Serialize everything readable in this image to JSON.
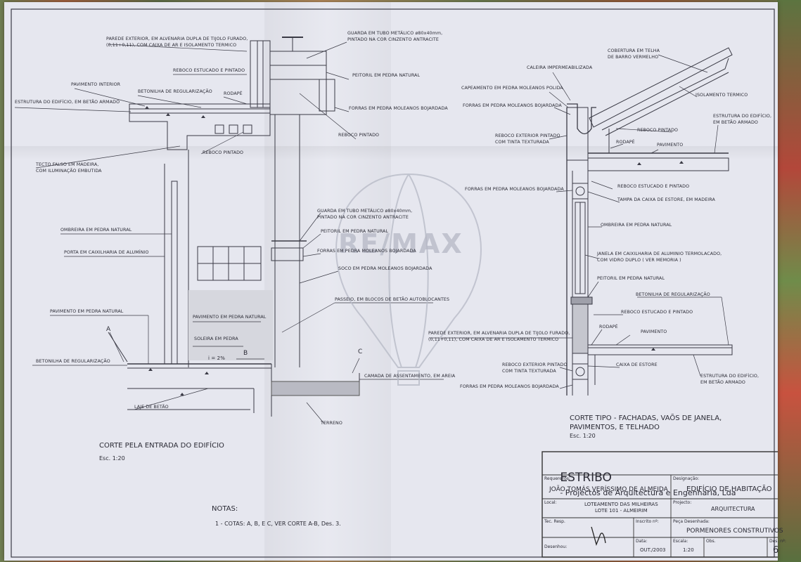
{
  "left_section": {
    "title": "CORTE PELA ENTRADA DO EDIFÍCIO",
    "scale": "Esc. 1:20",
    "labels": [
      "PAREDE EXTERIOR, EM ALVENARIA DUPLA DE TIJOLO FURADO,\n(0,11+0,11), COM CAIXA DE AR E ISOLAMENTO TERMICO",
      "REBOCO ESTUCADO E PINTADO",
      "PAVIMENTO INTERIOR",
      "BETONILHA DE REGULARIZAÇÃO",
      "RODAPÉ",
      "ESTRUTURA DO EDIFÍCIO, EM BETÃO ARMADO",
      "REBOCO PINTADO",
      "TECTO FALSO EM MADEIRA,\nCOM ILUMINAÇÃO EMBUTIDA",
      "OMBREIRA EM PEDRA NATURAL",
      "PORTA EM CAIXILHARIA DE ALUMÍNIO",
      "PAVIMENTO EM PEDRA NATURAL",
      "BETONILHA DE REGULARIZAÇÃO",
      "PAVIMENTO EM PEDRA NATURAL",
      "SOLEIRA EM PEDRA",
      "LAJE DE BETÃO",
      "GUARDA EM TUBO METÁLICO ø80x40mm,\nPINTADO NA COR CINZENTO ANTRACITE",
      "PEITORIL EM PEDRA NATURAL",
      "FORRAS EM PEDRA MOLEANOS BOJARDADA",
      "REBOCO PINTADO",
      "GUARDA EM TUBO METÁLICO ø80x40mm,\nPINTADO NA COR CINZENTO ANTRACITE",
      "PEITORIL EM PEDRA NATURAL",
      "FORRAS EM PEDRA MOLEANOS BOJARDADA",
      "SOCO EM PEDRA MOLEANOS BOJARDADA",
      "PASSEIO, EM BLOCOS DE BETÃO AUTOBLOCANTES",
      "CAMADA DE ASSENTAMENTO, EM AREIA",
      "TERRENO"
    ],
    "markers": [
      "A",
      "B",
      "C"
    ],
    "slope": "i = 2%"
  },
  "right_section": {
    "title": "CORTE TIPO - FACHADAS, VAÕS DE JANELA,\nPAVIMENTOS, E TELHADO",
    "scale": "Esc. 1:20",
    "labels": [
      "COBERTURA EM TELHA\nDE BARRO VERMELHO",
      "CALEIRA IMPERMEABILIZADA",
      "CAPEAMENTO EM PEDRA MOLEANOS POLIDA",
      "ISOLAMENTO TERMICO",
      "FORRAS EM PEDRA MOLEANOS BOJARDADA",
      "ESTRUTURA DO EDIFÍCIO,\nEM BETÃO ARMADO",
      "REBOCO PINTADO",
      "REBOCO EXTERIOR PINTADO\nCOM TINTA TEXTURADA",
      "RODAPÉ",
      "PAVIMENTO",
      "REBOCO ESTUCADO E PINTADO",
      "FORRAS EM PEDRA MOLEANOS BOJARDADA",
      "TAMPA DA CAIXA DE ESTORE, EM MADEIRA",
      "OMBREIRA EM PEDRA NATURAL",
      "JANELA EM CAIXILHARIA DE ALUMINIO TERMOLACADO,\nCOM VIDRO DUPLO ( VER MEMORIA )",
      "PEITORIL EM PEDRA NATURAL",
      "BETONILHA DE REGULARIZAÇÃO",
      "REBOCO ESTUCADO E PINTADO",
      "RODAPÉ",
      "PAVIMENTO",
      "PAREDE EXTERIOR, EM ALVENARIA DUPLA DE TIJOLO FURADO,\n(0,11+0,11), COM CAIXA DE AR E ISOLAMENTO TERMICO",
      "REBOCO EXTERIOR PINTADO\nCOM TINTA TEXTURADA",
      "CAIXA DE ESTORE",
      "ESTRUTURA DO EDIFÍCIO,\nEM BETÃO ARMADO",
      "FORRAS EM PEDRA MOLEANOS BOJARDADA"
    ]
  },
  "notes": {
    "heading": "NOTAS:",
    "text": "1 - COTAS: A, B, E C, VER CORTE A-B, Des. 3."
  },
  "watermark": "RE/MAX",
  "title_block": {
    "company": "ESTRIBO",
    "company_rest": "- Projectos de Arquitectura e Engenharia, Lda",
    "requerente_label": "Requerente:",
    "requerente": "JOÃO TOMÁS VERÍSSIMO DE ALMEIDA",
    "designacao_label": "Designação:",
    "designacao": "EDIFÍCIO DE HABITAÇÃO",
    "local_label": "Local:",
    "local": "LOTEAMENTO DAS MILHEIRAS\nLOTE 101 - ALMEIRIM",
    "projecto_label": "Projecto:",
    "projecto": "ARQUITECTURA",
    "tec_label": "Tec. Resp.",
    "inscrito_label": "Inscrito nº:",
    "peca_label": "Peça Desenhada:",
    "peca": "PORMENORES CONSTRUTIVOS",
    "desenhou_label": "Desenhou:",
    "data_label": "Data:",
    "data": "OUT./2003",
    "escala_label": "Escala:",
    "escala": "1:20",
    "obs_label": "Obs.",
    "des_label": "Des. nº:",
    "des": "6"
  }
}
